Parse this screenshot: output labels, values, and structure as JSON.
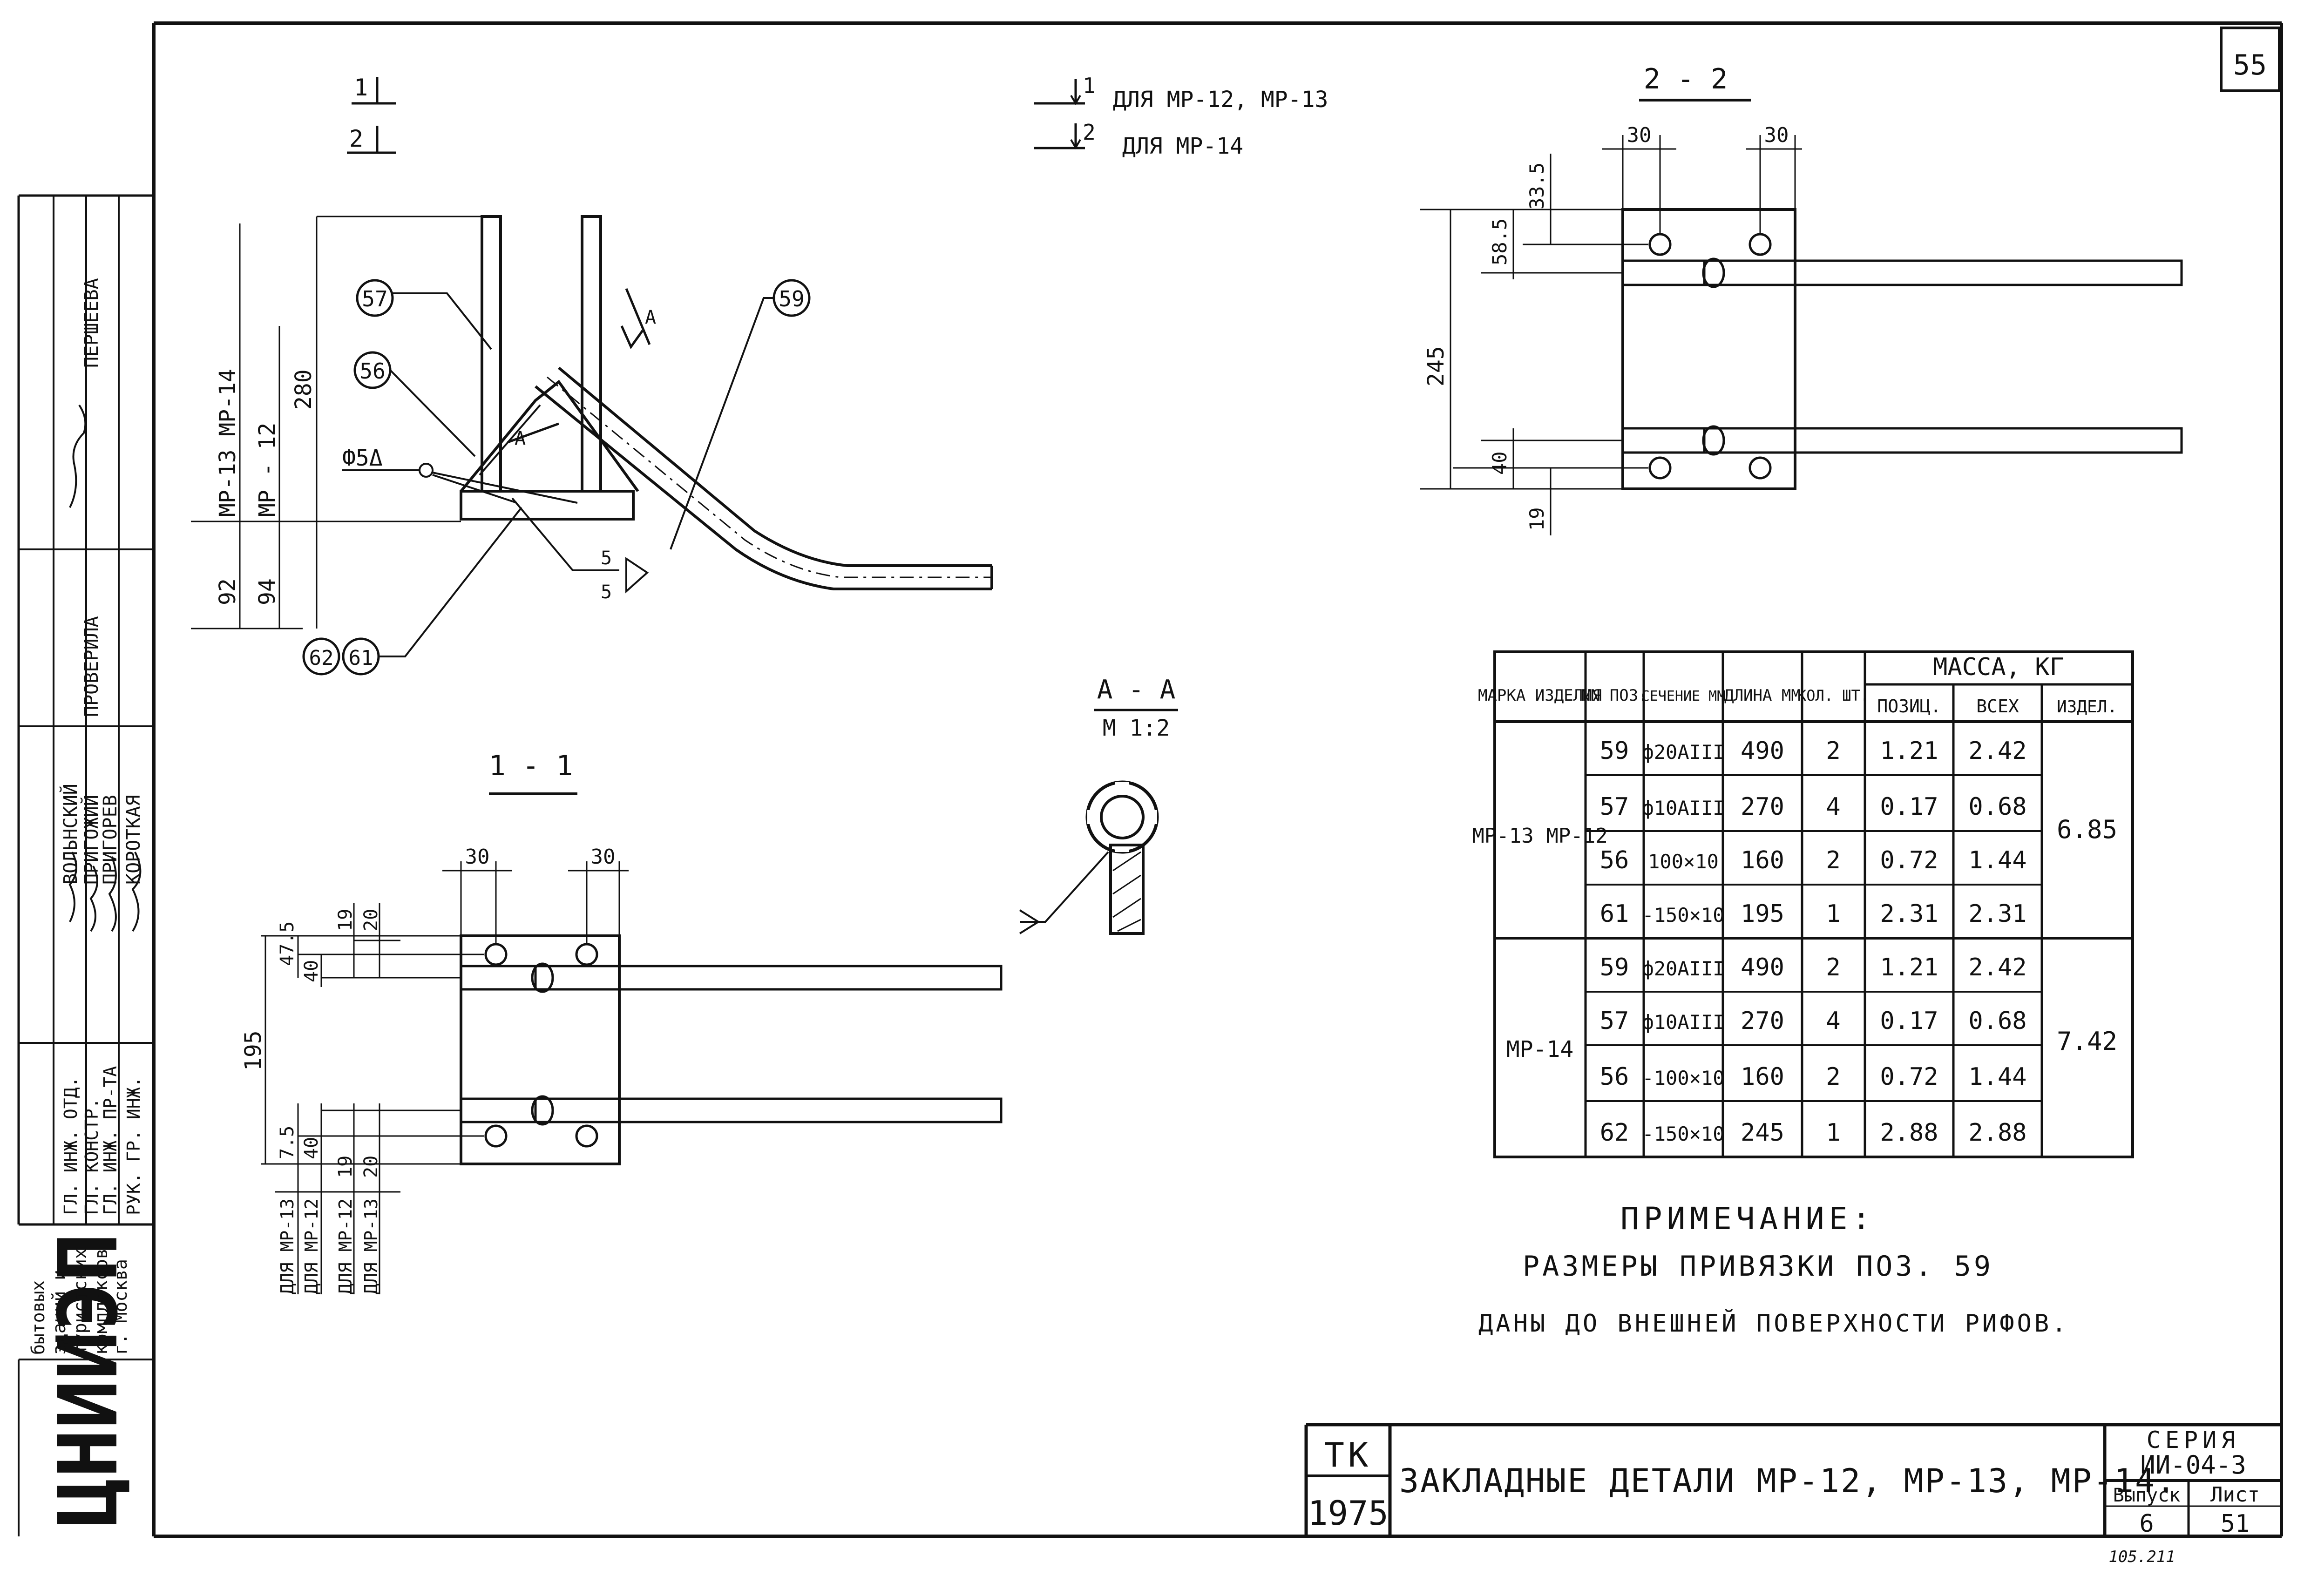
{
  "sheet": {
    "page_number": "55",
    "series_label": "СЕРИЯ",
    "series_value": "ИИ-04-3",
    "issue_label": "Выпуск",
    "issue_value": "6",
    "sheet_label": "Лист",
    "sheet_value": "51",
    "tk": "ТК",
    "year": "1975",
    "title": "ЗАКЛАДНЫЕ ДЕТАЛИ МР-12, МР-13, МР-14.",
    "bottom_code": "105.211"
  },
  "org": {
    "name": "ЦНИИЭП",
    "lines": [
      "бытовых",
      "зданий и",
      "туристских",
      "комплексов",
      "г. Москва"
    ]
  },
  "signatures": [
    {
      "role": "ГЛ. ИНЖ. ОТД.",
      "name": "ВОЛЬНСКИЙ"
    },
    {
      "role": "ГЛ. КОНСТР.",
      "name": "ПРИГОЖИЙ"
    },
    {
      "role": "ГЛ. ИНЖ. ПР-ТА",
      "name": "ПРИГОРЕВ"
    },
    {
      "role": "РУК. ГР. ИНЖ.",
      "name": "КОРОТКАЯ"
    }
  ],
  "approvals": [
    {
      "role": "ПРОВЕРИЛА",
      "name": "ПЕРШЕЕВА"
    }
  ],
  "legend": [
    {
      "mark": "1",
      "text": "ДЛЯ МР-12, МР-13"
    },
    {
      "mark": "2",
      "text": "ДЛЯ МР-14"
    }
  ],
  "views": {
    "main": {
      "section_marks": [
        "1",
        "2"
      ],
      "callouts": [
        "57",
        "56",
        "59",
        "62",
        "61"
      ],
      "weld_label": "Ф5Δ",
      "weld_side": "5",
      "dim_280": "280",
      "dim_92": "92",
      "dim_94": "94",
      "label_mp13_14": "МР-13  МР-14",
      "label_mp12": "МР - 12",
      "section_a": "А"
    },
    "section_22": {
      "title": "2 - 2",
      "dims": [
        "30",
        "30",
        "33.5",
        "58.5",
        "245",
        "40",
        "19"
      ]
    },
    "section_11": {
      "title": "1 - 1",
      "dims": [
        "30",
        "30",
        "19",
        "20",
        "47.5",
        "40",
        "195",
        "7.5",
        "40",
        "19",
        "20"
      ],
      "bottom_labels": [
        "ДЛЯ МР-13",
        "ДЛЯ МР-12",
        "ДЛЯ МР-12",
        "ДЛЯ МР-13"
      ]
    },
    "section_aa": {
      "title": "А - А",
      "scale": "М 1:2"
    }
  },
  "table": {
    "headers": {
      "mark": "МАРКА ИЗДЕЛИЯ",
      "pos": "NN ПОЗ.",
      "section": "СЕЧЕНИЕ ММ",
      "length": "ДЛИНА ММ",
      "qty": "КОЛ. ШТ.",
      "mass": "МАССА, КГ",
      "mass_pos": "ПОЗИЦ.",
      "mass_all": "ВСЕХ",
      "mass_item": "ИЗДЕЛ."
    },
    "groups": [
      {
        "mark": "МР-13  МР-12",
        "item_mass": "6.85",
        "rows": [
          {
            "pos": "59",
            "section": "ф20АIII",
            "length": "490",
            "qty": "2",
            "mass_pos": "1.21",
            "mass_all": "2.42"
          },
          {
            "pos": "57",
            "section": "ф10АIII",
            "length": "270",
            "qty": "4",
            "mass_pos": "0.17",
            "mass_all": "0.68"
          },
          {
            "pos": "56",
            "section": "100×10",
            "length": "160",
            "qty": "2",
            "mass_pos": "0.72",
            "mass_all": "1.44"
          },
          {
            "pos": "61",
            "section": "-150×10",
            "length": "195",
            "qty": "1",
            "mass_pos": "2.31",
            "mass_all": "2.31"
          }
        ]
      },
      {
        "mark": "МР-14",
        "item_mass": "7.42",
        "rows": [
          {
            "pos": "59",
            "section": "ф20АIII",
            "length": "490",
            "qty": "2",
            "mass_pos": "1.21",
            "mass_all": "2.42"
          },
          {
            "pos": "57",
            "section": "ф10АIII",
            "length": "270",
            "qty": "4",
            "mass_pos": "0.17",
            "mass_all": "0.68"
          },
          {
            "pos": "56",
            "section": "-100×10",
            "length": "160",
            "qty": "2",
            "mass_pos": "0.72",
            "mass_all": "1.44"
          },
          {
            "pos": "62",
            "section": "-150×10",
            "length": "245",
            "qty": "1",
            "mass_pos": "2.88",
            "mass_all": "2.88"
          }
        ]
      }
    ]
  },
  "note": {
    "title": "ПРИМЕЧАНИЕ:",
    "line1": "РАЗМЕРЫ ПРИВЯЗКИ ПОЗ. 59",
    "line2": "ДАНЫ ДО ВНЕШНЕЙ ПОВЕРХНОСТИ РИФОВ."
  }
}
